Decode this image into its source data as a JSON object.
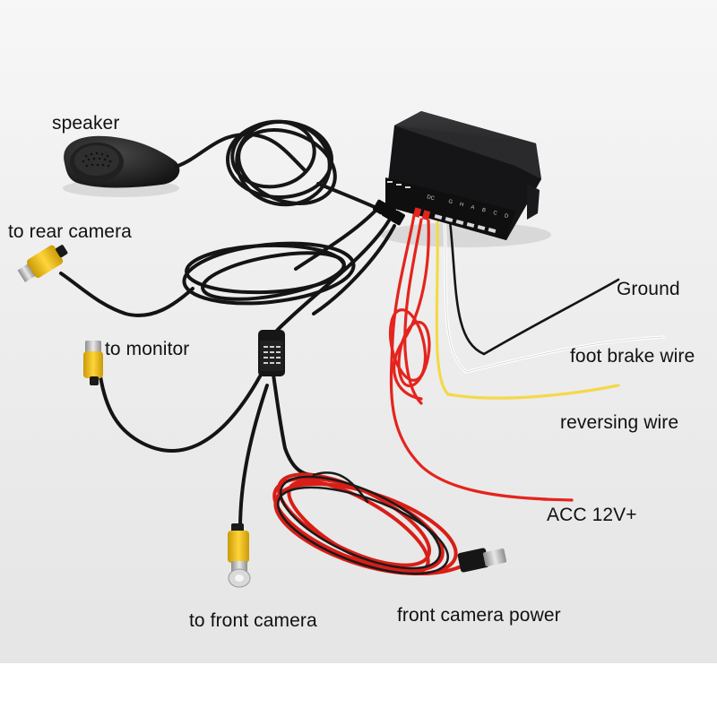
{
  "labels": {
    "speaker": "speaker",
    "rear_camera": "to rear camera",
    "monitor": "to monitor",
    "ground": "Ground",
    "foot_brake": "foot brake wire",
    "reversing": "reversing wire",
    "acc": "ACC 12V+",
    "front_camera": "to front camera",
    "front_power": "front camera power"
  },
  "box_markings": {
    "port_label": "DC",
    "channel_letters": [
      "G",
      "H",
      "A",
      "B",
      "C",
      "D"
    ]
  },
  "colors": {
    "background": "#ececec",
    "box": "#1f1f21",
    "rca_yellow": "#f2c51b",
    "red_wire": "#e4241d",
    "black_wire": "#1a1a1a",
    "yellow_wire": "#f3d94a",
    "white_wire": "#fafafa"
  }
}
